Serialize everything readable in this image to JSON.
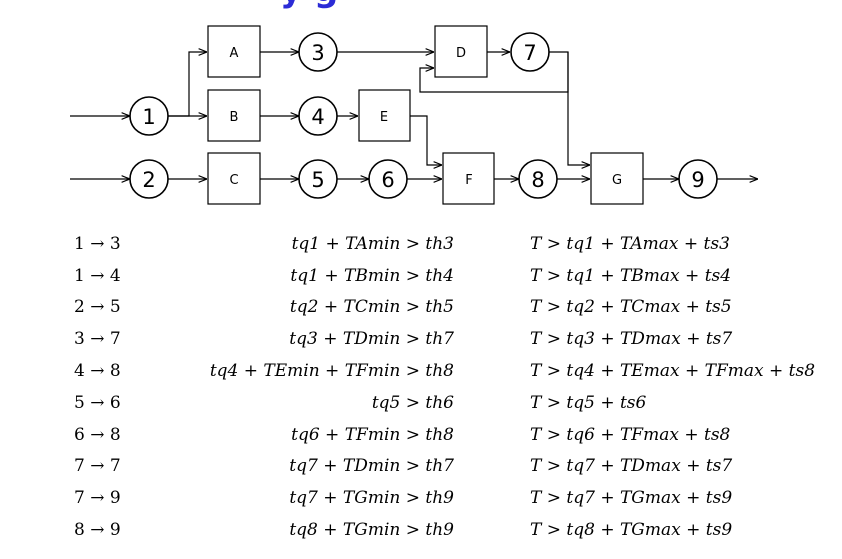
{
  "title_fragment": "y      g",
  "diagram": {
    "nodes": {
      "n1": "1",
      "n2": "2",
      "n3": "3",
      "n4": "4",
      "n5": "5",
      "n6": "6",
      "n7": "7",
      "n8": "8",
      "n9": "9"
    },
    "boxes": {
      "A": "A",
      "B": "B",
      "C": "C",
      "D": "D",
      "E": "E",
      "F": "F",
      "G": "G"
    }
  },
  "table": {
    "rows": [
      {
        "path": "1 → 3",
        "cond": "tq1 + TAmin > th3",
        "bound": "T > tq1 + TAmax + ts3"
      },
      {
        "path": "1 → 4",
        "cond": "tq1 + TBmin > th4",
        "bound": "T > tq1 + TBmax + ts4"
      },
      {
        "path": "2 → 5",
        "cond": "tq2 + TCmin > th5",
        "bound": "T > tq2 + TCmax + ts5"
      },
      {
        "path": "3 → 7",
        "cond": "tq3 + TDmin > th7",
        "bound": "T > tq3 + TDmax + ts7"
      },
      {
        "path": "4 → 8",
        "cond": "tq4 + TEmin + TFmin > th8",
        "bound": "T > tq4 + TEmax + TFmax + ts8"
      },
      {
        "path": "5 → 6",
        "cond": "tq5 > th6",
        "bound": "T > tq5 + ts6"
      },
      {
        "path": "6 → 8",
        "cond": "tq6 + TFmin > th8",
        "bound": "T > tq6 + TFmax + ts8"
      },
      {
        "path": "7 → 7",
        "cond": "tq7 + TDmin > th7",
        "bound": "T > tq7 + TDmax + ts7"
      },
      {
        "path": "7 → 9",
        "cond": "tq7 + TGmin > th9",
        "bound": "T > tq7 + TGmax + ts9"
      },
      {
        "path": "8 → 9",
        "cond": "tq8 + TGmin > th9",
        "bound": "T > tq8 + TGmax + ts9"
      }
    ]
  }
}
